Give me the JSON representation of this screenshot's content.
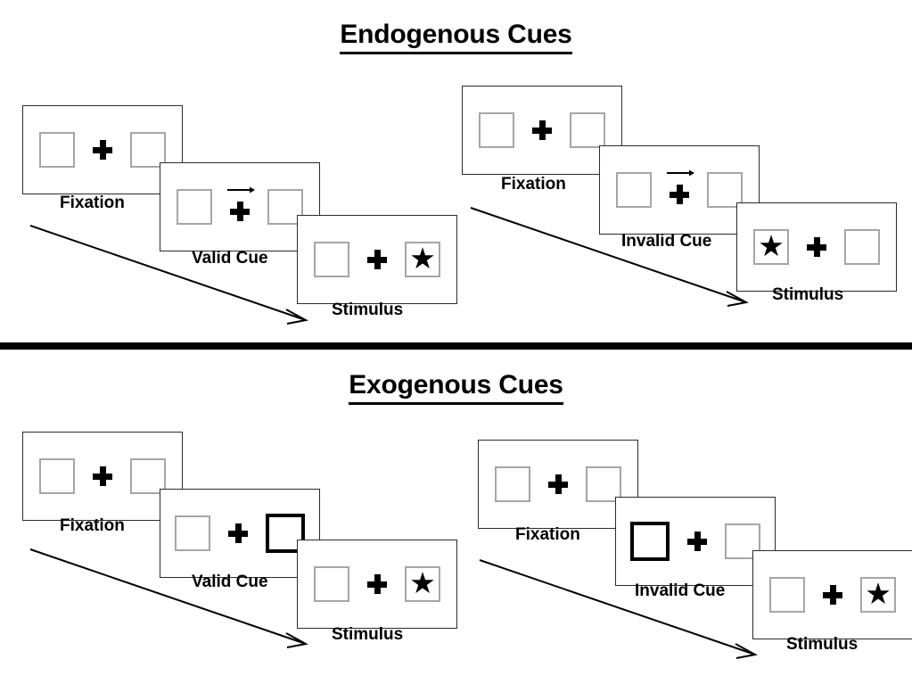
{
  "figure": {
    "title_endogenous": "Endogenous Cues",
    "title_exogenous": "Exogenous Cues"
  },
  "labels": {
    "fixation": "Fixation",
    "valid_cue": "Valid Cue",
    "invalid_cue": "Invalid Cue",
    "stimulus": "Stimulus"
  },
  "icons": {
    "fixation_cross": "plus-cross-icon",
    "arrow_cue": "right-arrow-cue-icon",
    "target": "star-icon",
    "time_arrow": "time-progression-arrow-icon"
  },
  "colors": {
    "ink": "#000000",
    "panel_border": "#2b2b2b",
    "box_border": "#a6a6a6",
    "cued_box_border": "#000000",
    "background": "#ffffff"
  },
  "sequences": [
    {
      "id": "endogenous-valid",
      "section": "Endogenous Cues",
      "cue_type": "endogenous",
      "validity": "valid",
      "frames": [
        {
          "caption": "Fixation",
          "cue": "none",
          "cue_side": "none",
          "target_side": "none"
        },
        {
          "caption": "Valid Cue",
          "cue": "arrow-right",
          "cue_side": "right",
          "target_side": "none"
        },
        {
          "caption": "Stimulus",
          "cue": "none",
          "cue_side": "none",
          "target_side": "right"
        }
      ]
    },
    {
      "id": "endogenous-invalid",
      "section": "Endogenous Cues",
      "cue_type": "endogenous",
      "validity": "invalid",
      "frames": [
        {
          "caption": "Fixation",
          "cue": "none",
          "cue_side": "none",
          "target_side": "none"
        },
        {
          "caption": "Invalid Cue",
          "cue": "arrow-right",
          "cue_side": "right",
          "target_side": "none"
        },
        {
          "caption": "Stimulus",
          "cue": "none",
          "cue_side": "none",
          "target_side": "left"
        }
      ]
    },
    {
      "id": "exogenous-valid",
      "section": "Exogenous Cues",
      "cue_type": "exogenous",
      "validity": "valid",
      "frames": [
        {
          "caption": "Fixation",
          "cue": "none",
          "cue_side": "none",
          "target_side": "none"
        },
        {
          "caption": "Valid Cue",
          "cue": "box-highlight",
          "cue_side": "right",
          "target_side": "none"
        },
        {
          "caption": "Stimulus",
          "cue": "none",
          "cue_side": "none",
          "target_side": "right"
        }
      ]
    },
    {
      "id": "exogenous-invalid",
      "section": "Exogenous Cues",
      "cue_type": "exogenous",
      "validity": "invalid",
      "frames": [
        {
          "caption": "Fixation",
          "cue": "none",
          "cue_side": "none",
          "target_side": "none"
        },
        {
          "caption": "Invalid Cue",
          "cue": "box-highlight",
          "cue_side": "left",
          "target_side": "none"
        },
        {
          "caption": "Stimulus",
          "cue": "none",
          "cue_side": "none",
          "target_side": "right"
        }
      ]
    }
  ]
}
